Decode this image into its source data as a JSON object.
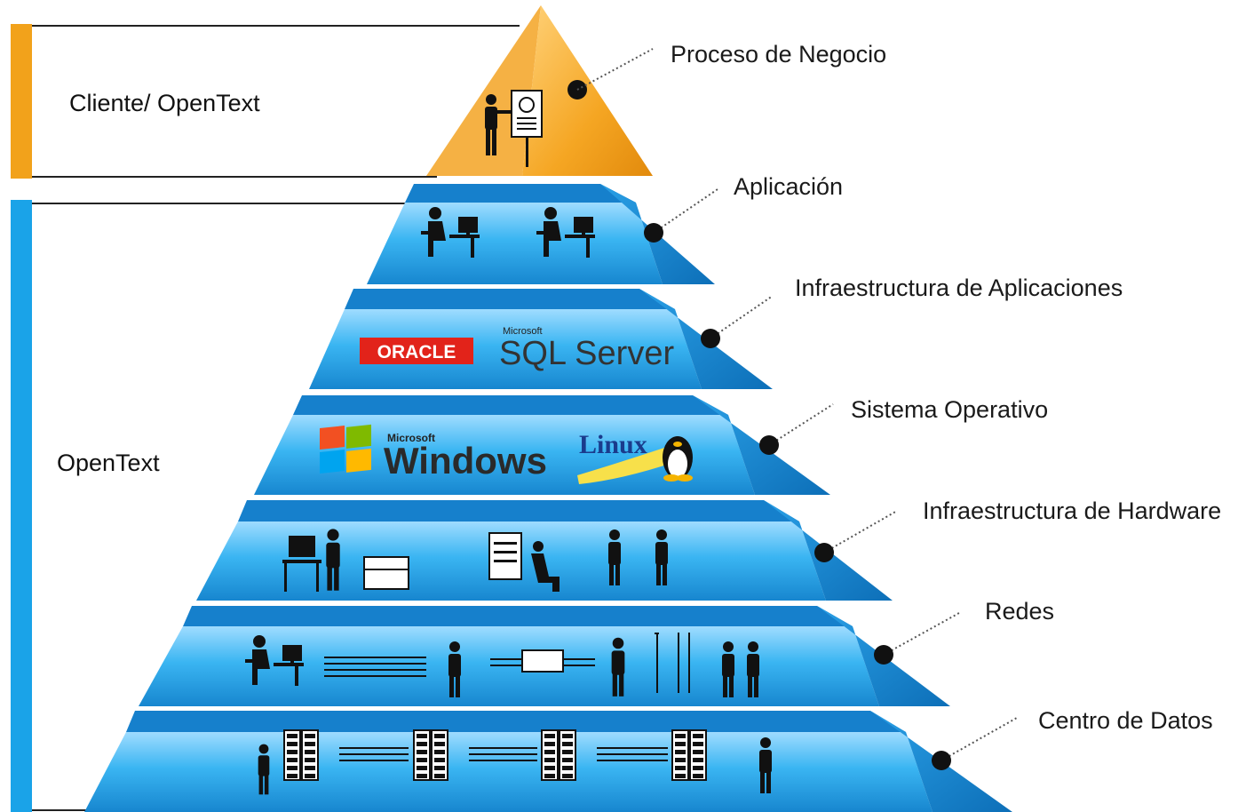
{
  "left_groups": [
    {
      "label": "Cliente/ OpenText",
      "color": "#f2a21b"
    },
    {
      "label": "OpenText",
      "color": "#1aa3e8"
    }
  ],
  "layers": [
    {
      "label": "Proceso de Negocio",
      "icon": "presenter-icon"
    },
    {
      "label": "Aplicación",
      "icons": [
        "desk-user-icon",
        "desk-user-icon"
      ]
    },
    {
      "label": "Infraestructura de Aplicaciones",
      "logos": [
        "ORACLE",
        "SQL Server"
      ],
      "logo_small": "Microsoft"
    },
    {
      "label": "Sistema Operativo",
      "logos": [
        "Windows",
        "Linux"
      ],
      "logo_small": "Microsoft"
    },
    {
      "label": "Infraestructura de Hardware",
      "icons": [
        "computer-user-icon",
        "technician-icon",
        "support-pair-icon"
      ]
    },
    {
      "label": "Redes",
      "icons": [
        "desk-user-icon",
        "cable-icon",
        "network-tech-icon",
        "switch-icon",
        "wireless-user-icon",
        "patch-icon",
        "meeting-icon"
      ]
    },
    {
      "label": "Centro de Datos",
      "icons": [
        "server-rack-icon",
        "server-rack-icon",
        "server-rack-icon",
        "server-rack-icon",
        "admin-icon"
      ]
    }
  ],
  "colors": {
    "orange": "#f2a21b",
    "blue": "#1aa3e8",
    "blue_dark": "#0d6fb8",
    "dot": "#111111"
  }
}
